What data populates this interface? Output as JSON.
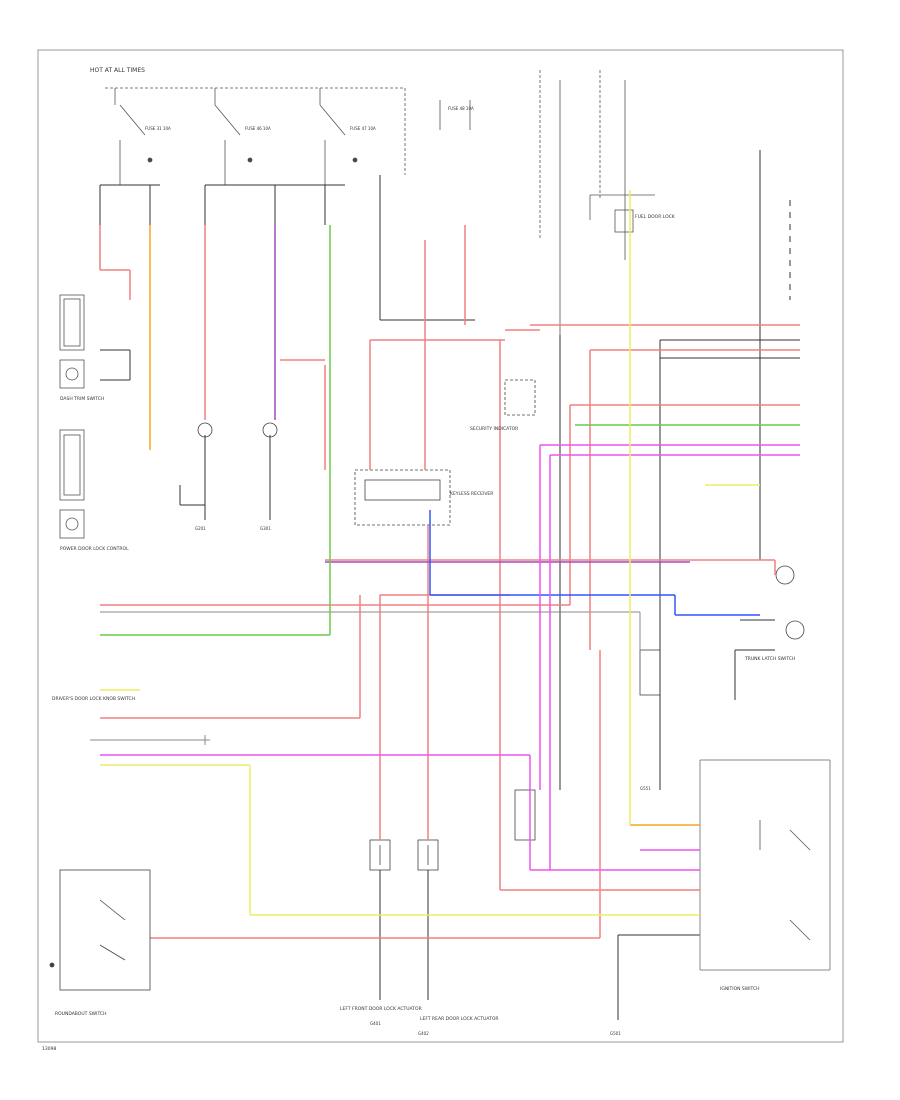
{
  "diagram": {
    "code": "13098",
    "colors": {
      "red": "#f08080",
      "pink": "#f5a8b8",
      "orange": "#f5a623",
      "purple": "#9a4fc0",
      "green": "#6ccb4a",
      "blue": "#3355ff",
      "magenta": "#ee55ee",
      "yellow": "#eeee66",
      "black": "#222222",
      "gray": "#666666"
    },
    "top_block": {
      "title": "HOT AT ALL TIMES",
      "fuses": [
        "FUSE 31 10A",
        "FUSE 46 10A",
        "FUSE 47 10A",
        "FUSE 48 10A"
      ]
    },
    "blocks": [
      {
        "name": "DASH TRIM SWITCH"
      },
      {
        "name": "POWER DOOR LOCK CONTROL"
      },
      {
        "name": "DRIVER'S DOOR LOCK KNOB SWITCH"
      },
      {
        "name": "LEFT FRONT DOOR LOCK ACTUATOR"
      },
      {
        "name": "LEFT REAR DOOR LOCK ACTUATOR"
      },
      {
        "name": "ROUNDABOUT SWITCH"
      },
      {
        "name": "KEYLESS RECEIVER"
      },
      {
        "name": "SECURITY INDICATOR"
      },
      {
        "name": "FUEL DOOR LOCK"
      },
      {
        "name": "TRUNK LATCH SWITCH"
      },
      {
        "name": "IGNITION SWITCH"
      }
    ],
    "grounds": [
      {
        "name": "G201"
      },
      {
        "name": "G301"
      },
      {
        "name": "G401"
      },
      {
        "name": "G402"
      },
      {
        "name": "G501"
      },
      {
        "name": "G551"
      }
    ]
  }
}
